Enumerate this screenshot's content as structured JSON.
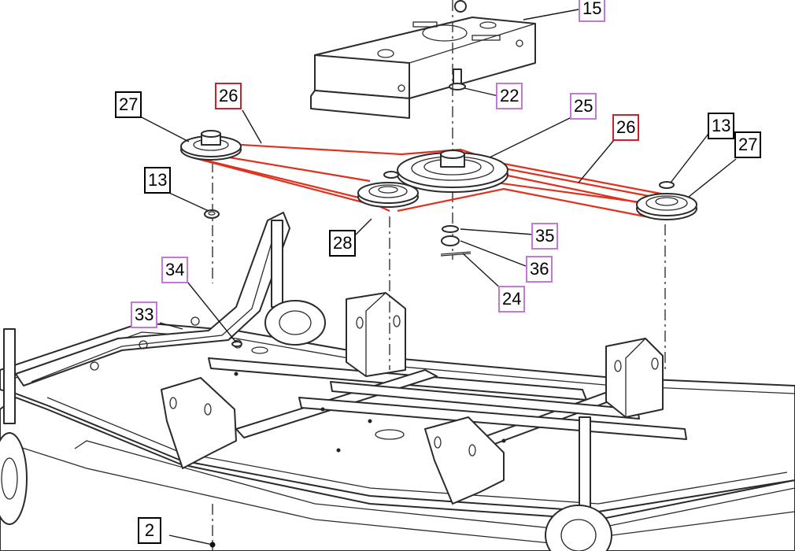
{
  "diagram": {
    "colors": {
      "standard_callout_border": "#000000",
      "purchased_callout_border": "#c07ad3",
      "highlight_callout_border": "#c8222a",
      "belt": "#e0301e"
    },
    "callouts": {
      "c15": "15",
      "c27_left": "27",
      "c26_left": "26",
      "c22": "22",
      "c25": "25",
      "c26_right": "26",
      "c13_right": "13",
      "c27_right": "27",
      "c13_left": "13",
      "c28": "28",
      "c35": "35",
      "c36": "36",
      "c34": "34",
      "c33": "33",
      "c24": "24",
      "c2": "2"
    }
  }
}
